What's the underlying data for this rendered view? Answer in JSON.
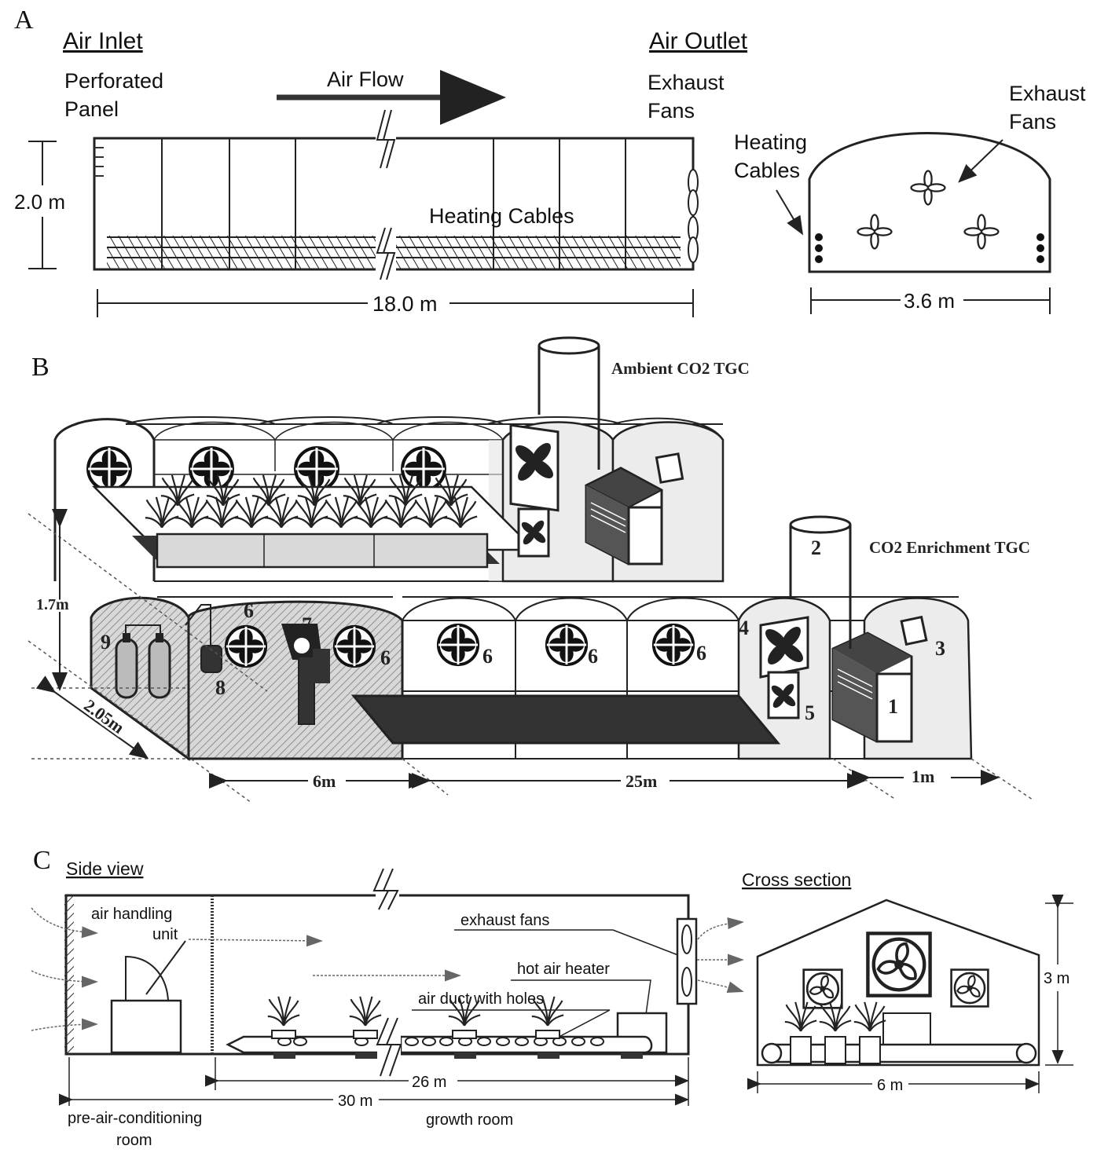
{
  "panel_a": {
    "letter": "A",
    "air_inlet": "Air Inlet",
    "air_outlet": "Air Outlet",
    "perforated_panel_1": "Perforated",
    "perforated_panel_2": "Panel",
    "air_flow": "Air Flow",
    "exhaust_fans_side_1": "Exhaust",
    "exhaust_fans_side_2": "Fans",
    "height": "2.0 m",
    "heating_cables_side": "Heating Cables",
    "length": "18.0 m",
    "heating_cables_cross_1": "Heating",
    "heating_cables_cross_2": "Cables",
    "exhaust_fans_cross_1": "Exhaust",
    "exhaust_fans_cross_2": "Fans",
    "width": "3.6 m"
  },
  "panel_b": {
    "letter": "B",
    "ambient_label": "Ambient CO2  TGC",
    "enrichment_label": "CO2 Enrichment TGC",
    "height": "1.7m",
    "depth": "2.05m",
    "len_6m": "6m",
    "len_25m": "25m",
    "len_1m": "1m",
    "n1": "1",
    "n2": "2",
    "n3": "3",
    "n4": "4",
    "n5": "5",
    "n6": "6",
    "n7": "7",
    "n8": "8",
    "n9": "9"
  },
  "panel_c": {
    "letter": "C",
    "side_view": "Side view",
    "cross_section": "Cross section",
    "air_handling_1": "air handling",
    "air_handling_2": "unit",
    "exhaust_fans": "exhaust  fans",
    "hot_air_heater": "hot air heater",
    "air_duct": "air duct with holes",
    "len_26": "26 m",
    "len_30": "30 m",
    "pre_room_1": "pre-air-conditioning",
    "pre_room_2": "room",
    "growth_room": "growth room",
    "height": "3 m",
    "width": "6 m"
  }
}
